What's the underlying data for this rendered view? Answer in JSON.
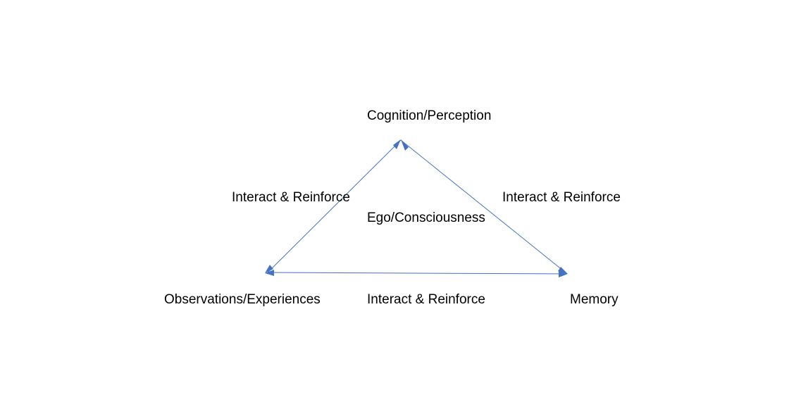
{
  "nodes": {
    "top": "Cognition/Perception",
    "left": "Observations/Experiences",
    "right": "Memory",
    "center": "Ego/Consciousness"
  },
  "edges": {
    "left_label": "Interact & Reinforce",
    "right_label": "Interact & Reinforce",
    "bottom_label": "Interact & Reinforce"
  },
  "colors": {
    "arrow": "#4472C4",
    "text": "#000000"
  }
}
